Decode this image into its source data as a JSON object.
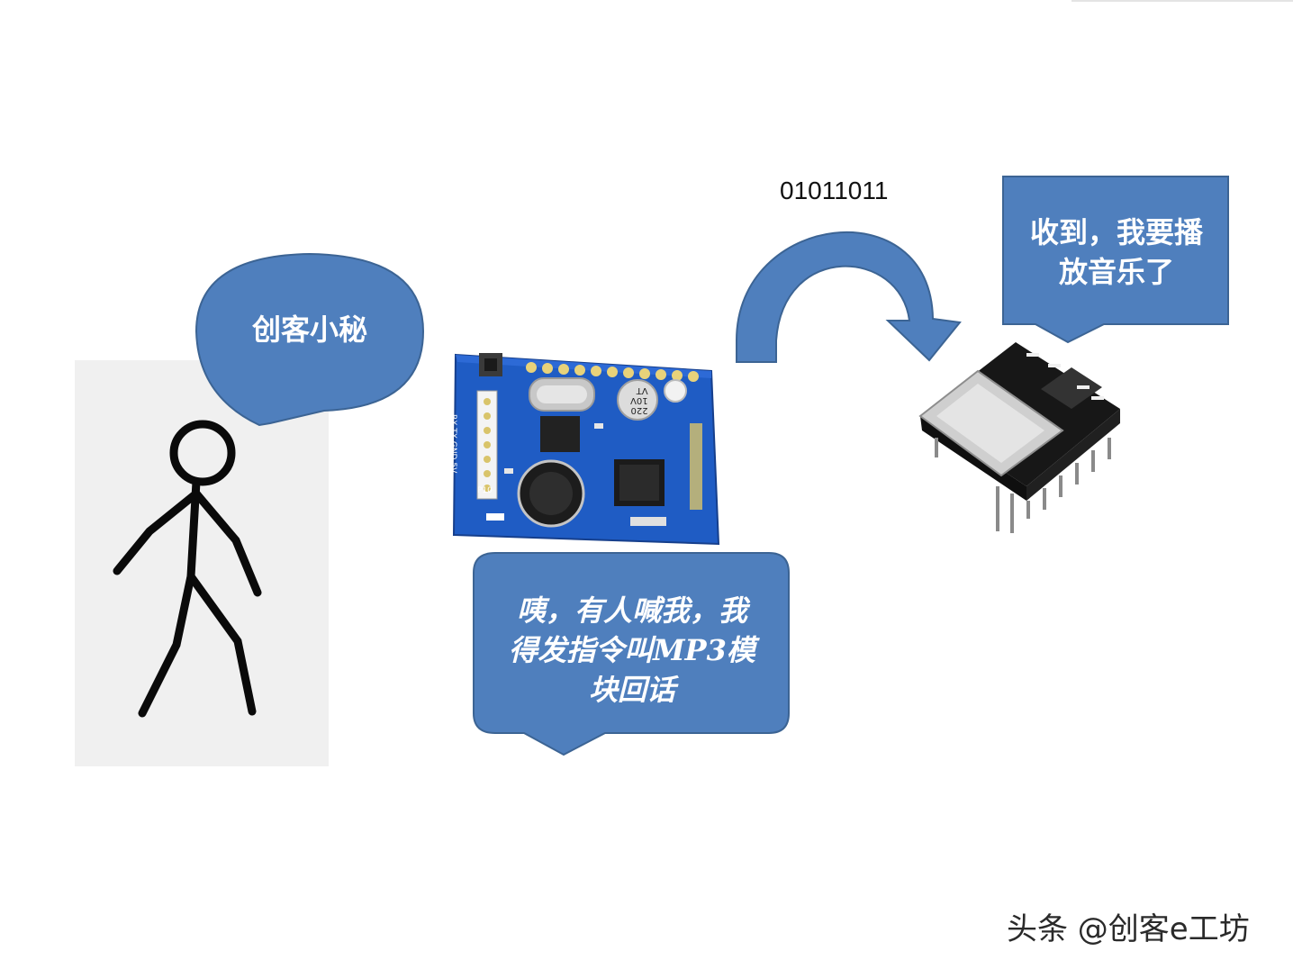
{
  "colors": {
    "bubble_fill": "#4f7fbd",
    "bubble_stroke": "#3c6494",
    "pcb_blue": "#1f5cc4",
    "arrow_fill": "#4f7fbd"
  },
  "bubbles": {
    "person": "创客小秘",
    "voice_module": [
      "咦，有人喊我，我",
      "得发指令叫MP3模",
      "块回话"
    ],
    "mp3_module": [
      "收到，我要播",
      "放音乐了"
    ]
  },
  "signal": {
    "binary": "01011011"
  },
  "watermark": "头条 @创客e工坊",
  "pcb_labels": {
    "cap": [
      "220",
      "10V",
      "VT"
    ],
    "pins": [
      "RX",
      "TX",
      "GND",
      "5V"
    ],
    "pin_names": [
      "P10"
    ]
  }
}
